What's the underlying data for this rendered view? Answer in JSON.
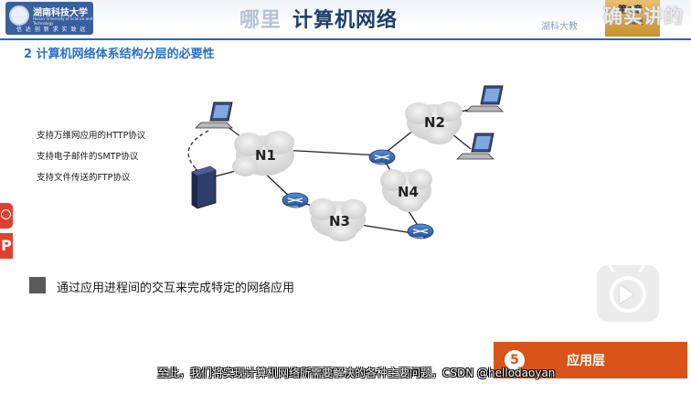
{
  "header": {
    "logo_cn": "湖南科技大学",
    "logo_en": "Hunan University of Science and Technology",
    "logo_motto": "信 达 创 新   求 实 致 远",
    "title_faded": "哪里",
    "title": "计算机网络",
    "university": "湖科大教",
    "chapter_number": "第1章",
    "chapter_subtitle": "概述",
    "overlay_text": "确实讲的"
  },
  "section_title": "2 计算机网络体系结构分层的必要性",
  "protocols": [
    "支持万维网应用的HTTP协议",
    "支持电子邮件的SMTP协议",
    "支持文件传送的FTP协议"
  ],
  "diagram": {
    "networks": [
      "N1",
      "N2",
      "N3",
      "N4"
    ],
    "router_label": "ROUTER"
  },
  "statement": "通过应用进程间的交互来完成特定的网络应用",
  "layer": {
    "number": "5",
    "label": "应用层"
  },
  "subtitle": {
    "text": "至此，我们将实现计算机网络所需要解决的各种主要问题，",
    "watermark": "CSDN @hellodaoyan"
  },
  "side_badge": "P",
  "colors": {
    "accent_blue": "#2a70c4",
    "layer_orange": "#d8541a",
    "side_red": "#e04030"
  }
}
